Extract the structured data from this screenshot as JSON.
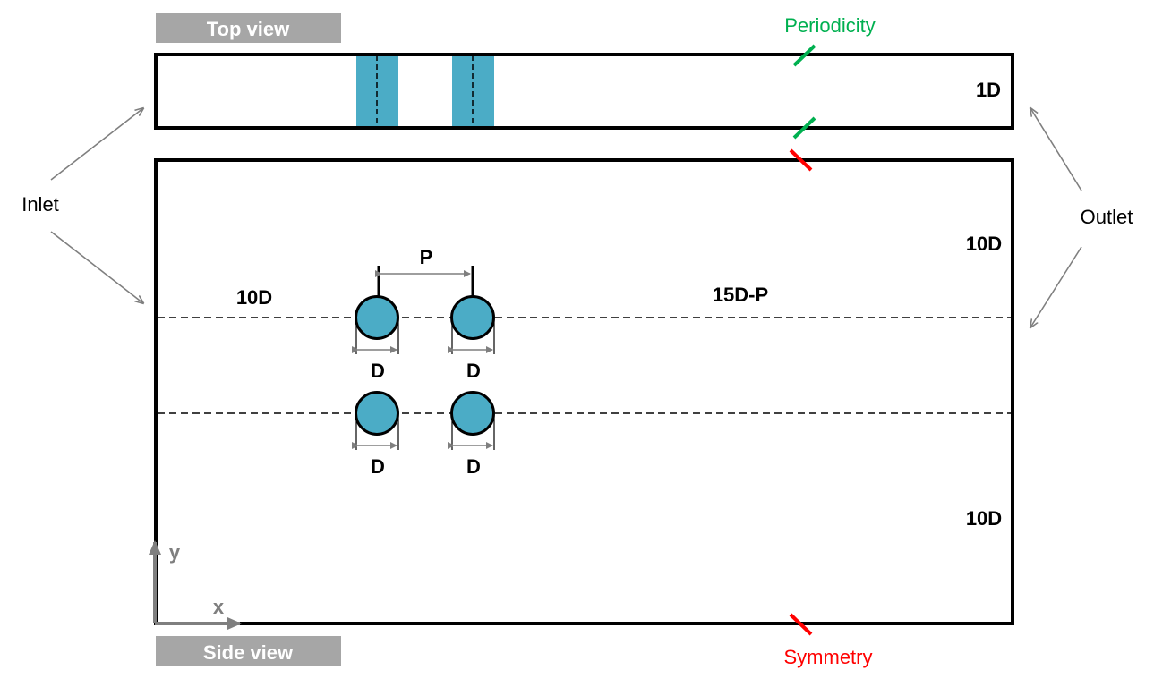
{
  "banners": {
    "top_view": "Top view",
    "side_view": "Side view"
  },
  "labels": {
    "periodicity": "Periodicity",
    "symmetry": "Symmetry",
    "inlet": "Inlet",
    "outlet": "Outlet",
    "top_depth": "1D",
    "upper_height": "10D",
    "lower_height": "10D",
    "upstream_length": "10D",
    "downstream_length": "15D-P",
    "pitch": "P",
    "diameter": "D",
    "axis_x": "x",
    "axis_y": "y"
  },
  "colors": {
    "cylinder_fill": "#4bacc6",
    "periodicity": "#00b050",
    "symmetry": "#ff0000",
    "banner": "#a6a6a6",
    "arrow": "#7f7f7f",
    "frame": "#000000"
  },
  "cylinders": {
    "rows": 2,
    "columns": 2
  }
}
